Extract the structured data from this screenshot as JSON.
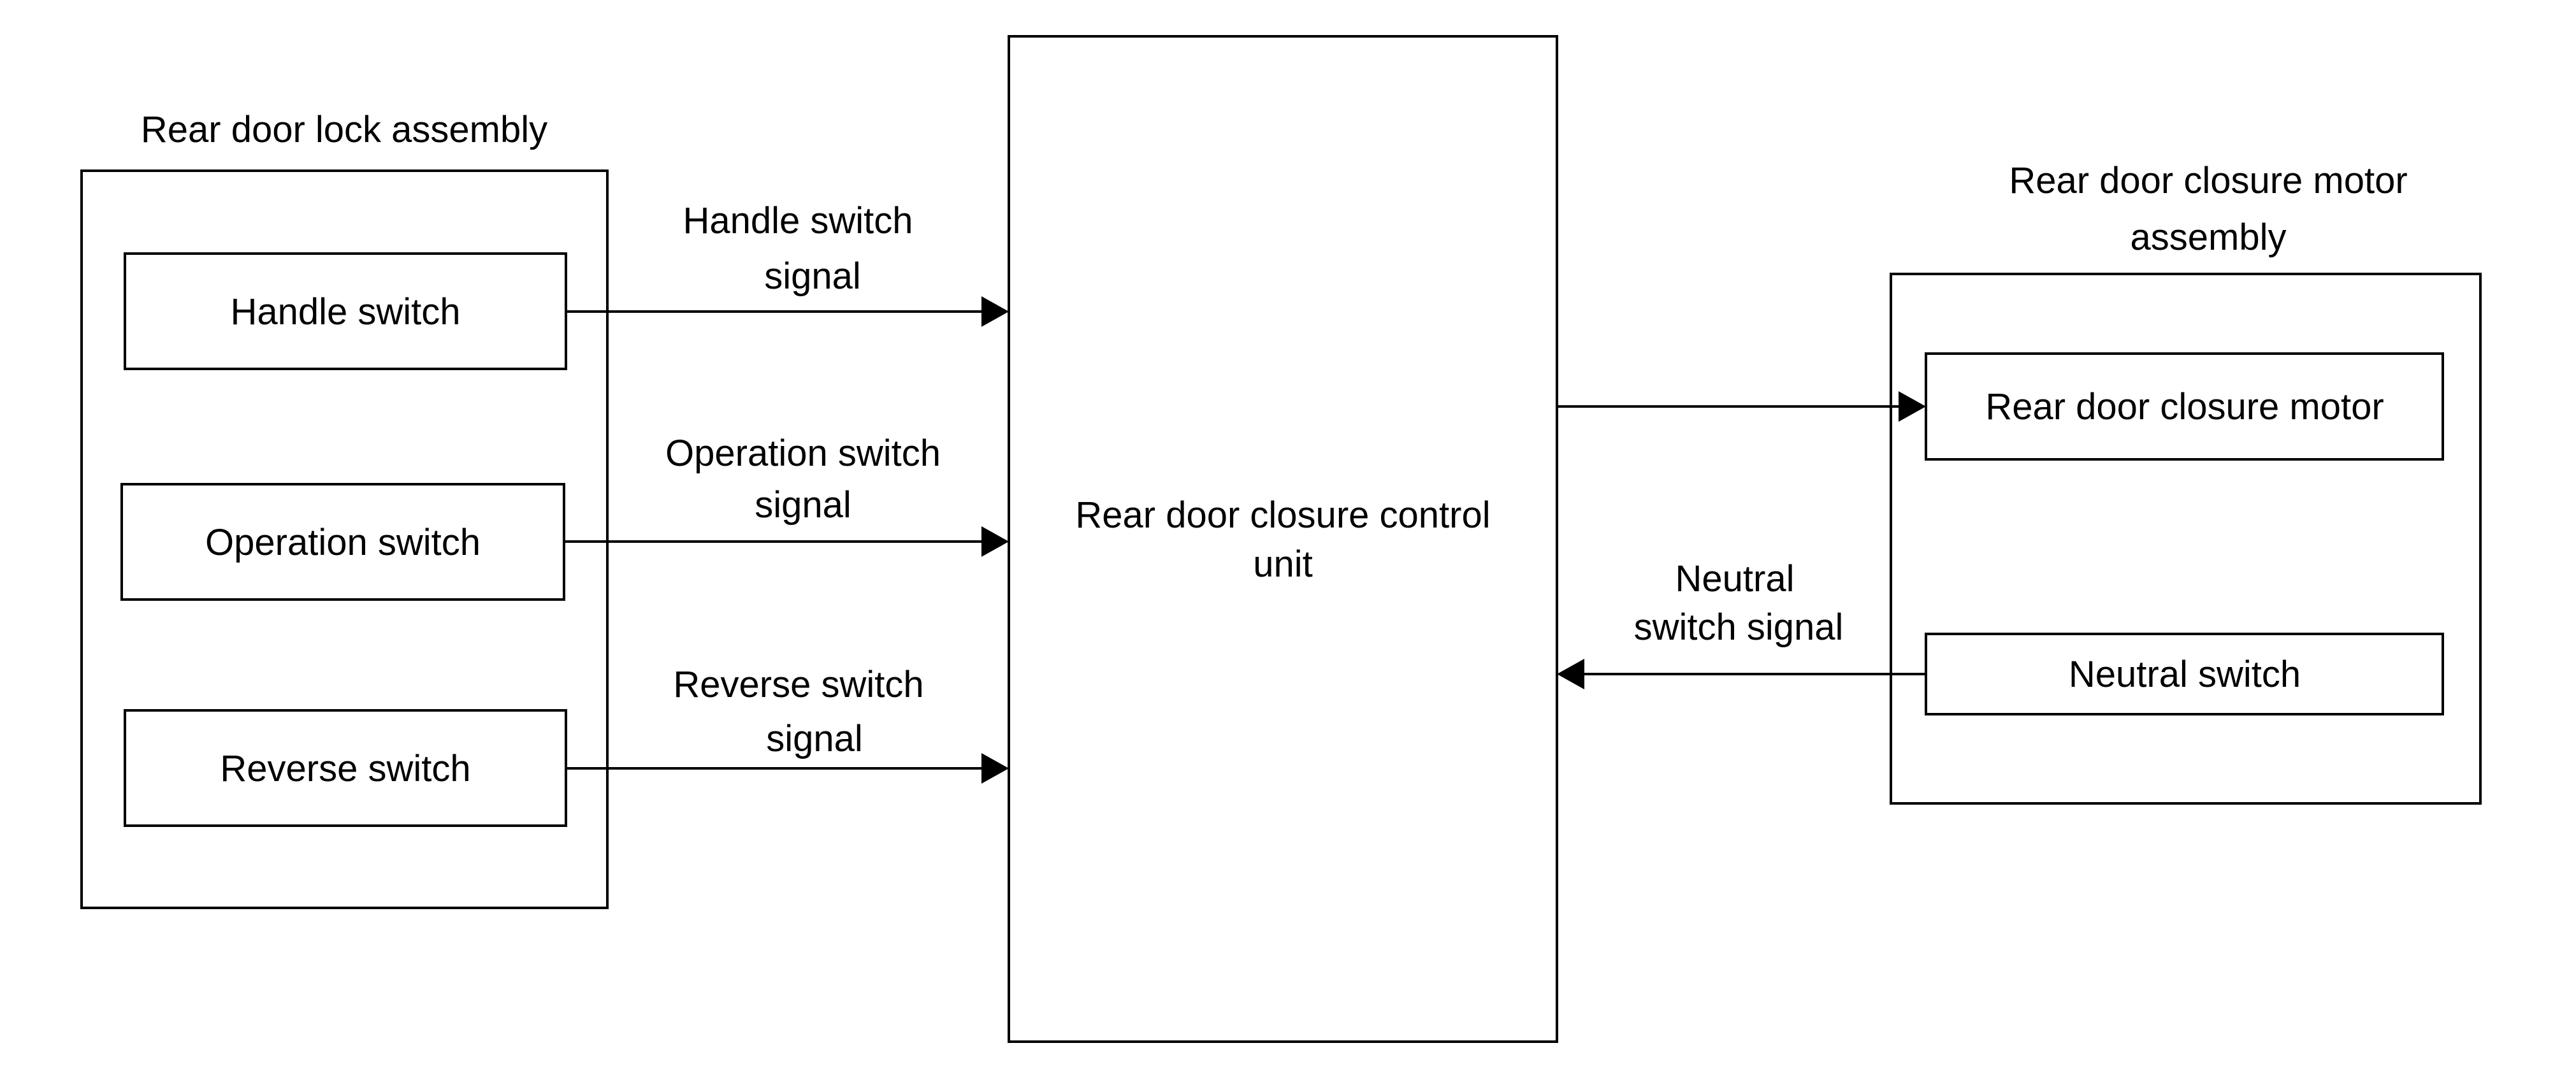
{
  "groups": {
    "lock_assembly": "Rear door lock assembly",
    "motor_assembly": [
      "Rear door closure motor",
      "assembly"
    ]
  },
  "blocks": {
    "handle_switch": "Handle switch",
    "operation_switch": "Operation switch",
    "reverse_switch": "Reverse switch",
    "control_unit": [
      "Rear door closure control",
      "unit"
    ],
    "closure_motor": "Rear door closure motor",
    "neutral_switch": "Neutral switch"
  },
  "signals": {
    "handle": [
      "Handle switch",
      "signal"
    ],
    "operation": [
      "Operation switch",
      "signal"
    ],
    "reverse": [
      "Reverse switch",
      "signal"
    ],
    "neutral": [
      "Neutral",
      "switch signal"
    ]
  }
}
